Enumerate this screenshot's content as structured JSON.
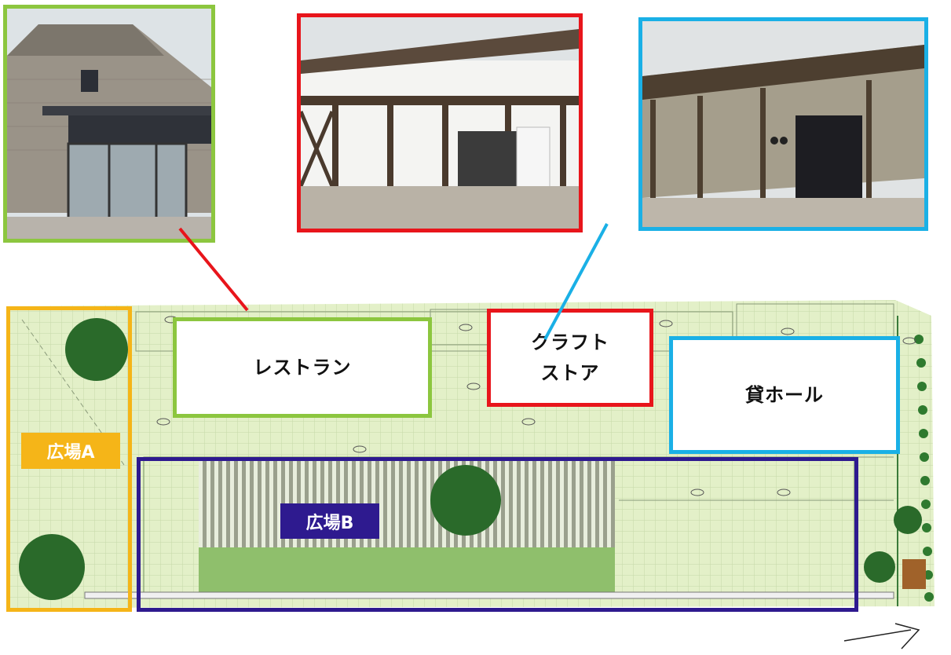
{
  "labels": {
    "restaurant": "レストラン",
    "craft_store": "クラフト\nストア",
    "rental_hall": "貸ホール",
    "plaza_a": "広場A",
    "plaza_b": "広場B"
  },
  "colors": {
    "restaurant_frame": "#8cc63f",
    "craft_store_frame": "#e8151b",
    "rental_hall_frame": "#1ab0e6",
    "plaza_a_frame": "#f5b518",
    "plaza_b_frame": "#2e1a8f",
    "plan_background": "#e3f0c8",
    "tree": "#2a6a2a"
  },
  "icons": {
    "north_arrow": "north-arrow-icon"
  }
}
